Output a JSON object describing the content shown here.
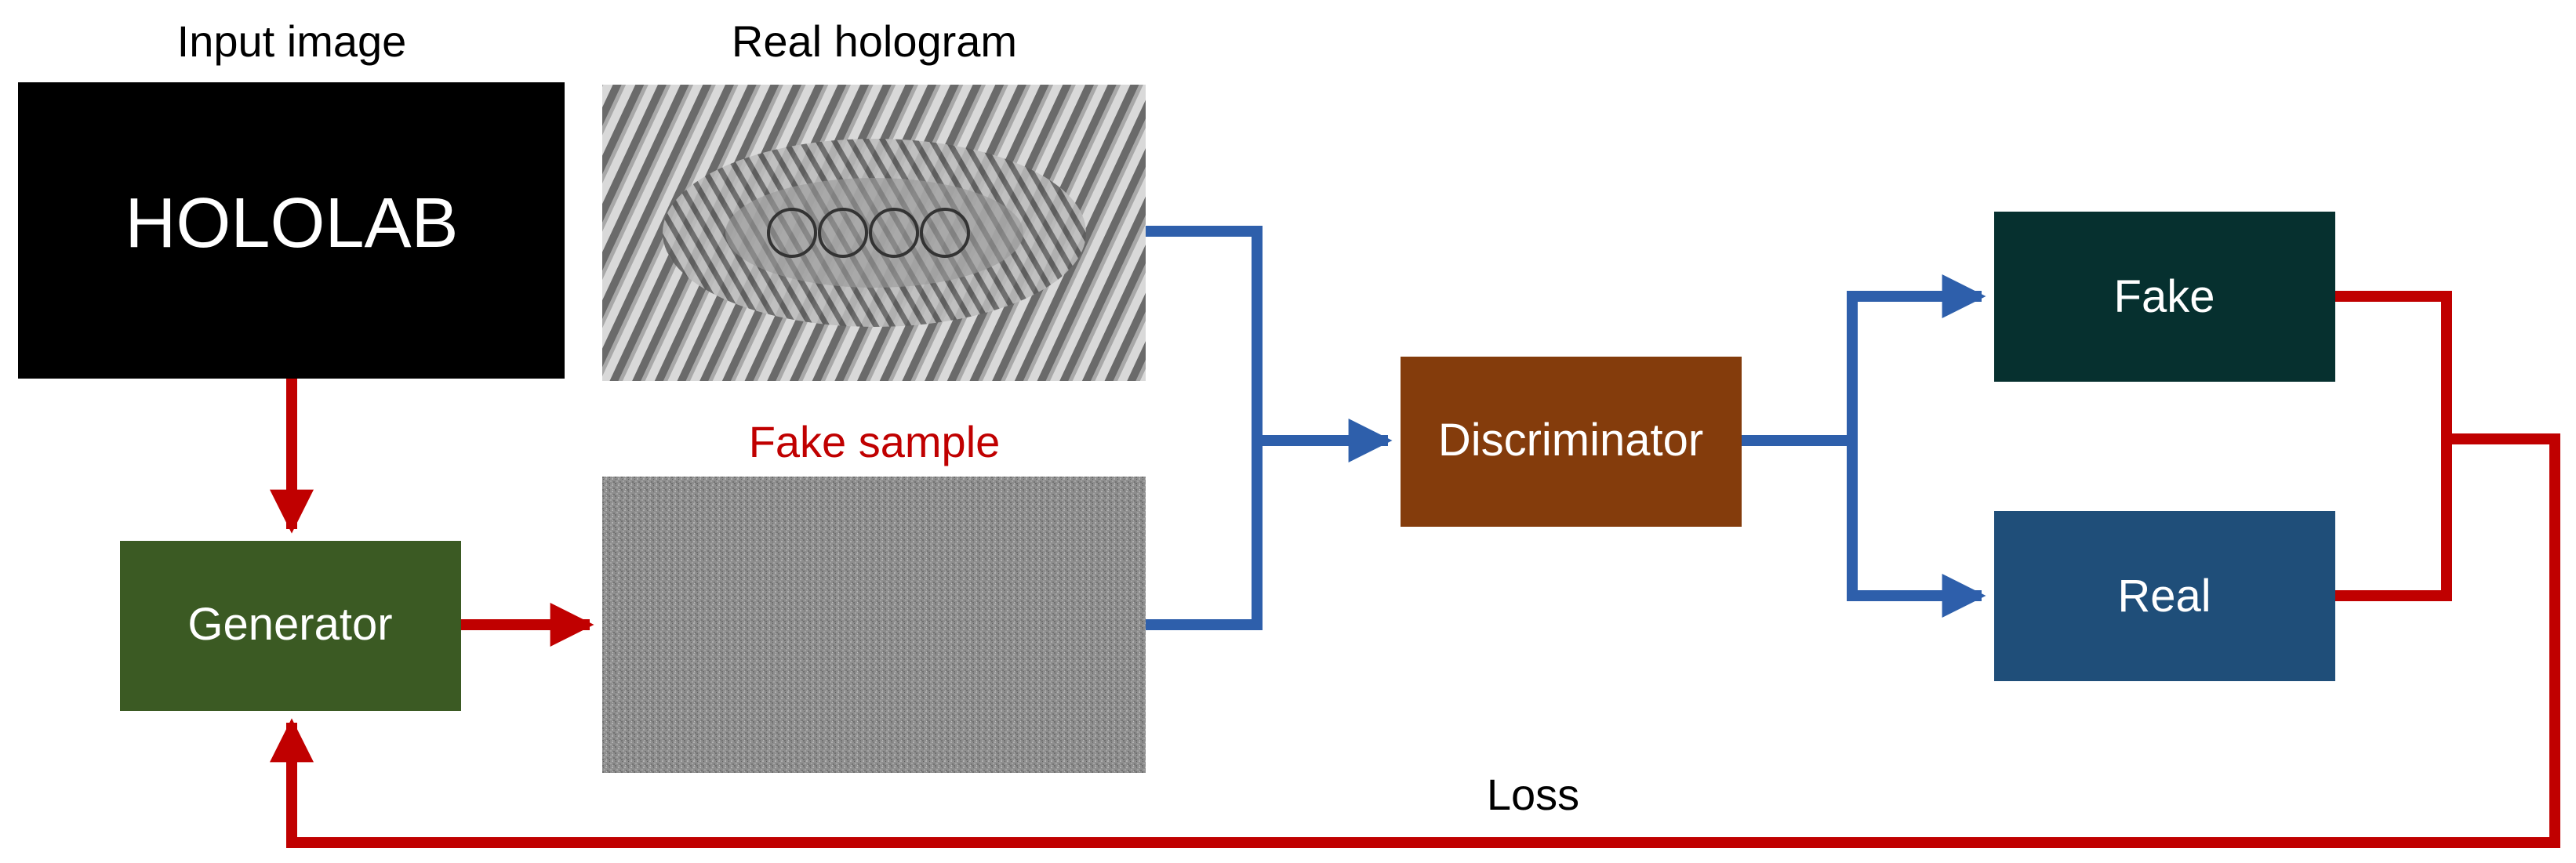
{
  "labels": {
    "input_image": "Input image",
    "real_hologram": "Real hologram",
    "fake_sample": "Fake sample",
    "loss": "Loss"
  },
  "boxes": {
    "input_text": "HOLOLAB",
    "generator": "Generator",
    "discriminator": "Discriminator",
    "fake": "Fake",
    "real": "Real"
  },
  "colors": {
    "input_bg": "#000000",
    "generator_bg": "#3b5a23",
    "discriminator_bg": "#843c0c",
    "fake_bg": "#06302f",
    "real_bg": "#1f4e79",
    "blue_arrow": "#2e5fab",
    "red_arrow": "#c00000",
    "fake_sample_label": "#c00000"
  }
}
